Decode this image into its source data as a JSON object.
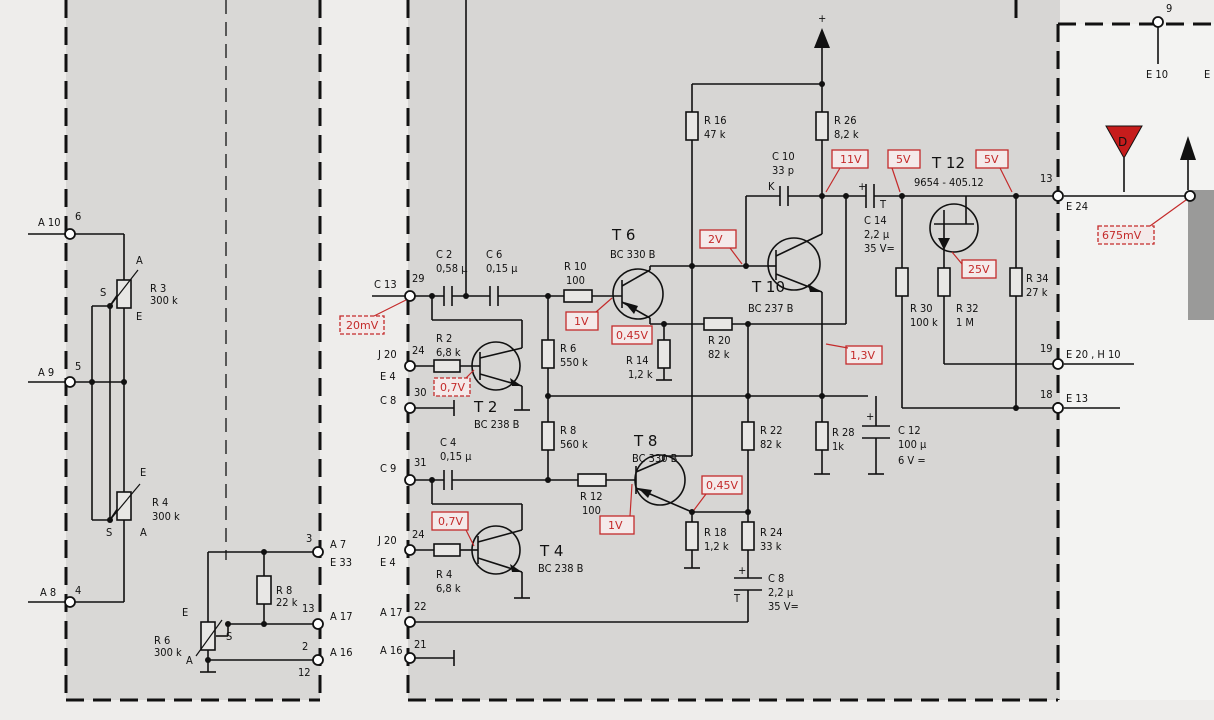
{
  "terminals": {
    "a10": "A 10",
    "a9": "A 9",
    "a8": "A 8",
    "pin6": "6",
    "pin5": "5",
    "pin4": "4",
    "a7": "A 7",
    "e33": "E 33",
    "a17": "A 17",
    "a16": "A 16",
    "pin3": "3",
    "pin13": "13",
    "pin2": "2",
    "pin12": "12",
    "c13": "C 13",
    "pin29": "29",
    "j20_1": "J 20",
    "e4_1": "E 4",
    "pin24_1": "24",
    "c8": "C 8",
    "pin30": "30",
    "c9": "C 9",
    "pin31": "31",
    "j20_2": "J 20",
    "e4_2": "E 4",
    "pin24_2": "24",
    "a17_r": "A 17",
    "pin22": "22",
    "a16_r": "A 16",
    "pin21": "21",
    "e24": "E 24",
    "pin13_r": "13",
    "e20h10": "E 20 , H 10",
    "pin19": "19",
    "e13": "E 13",
    "pin18": "18",
    "e10": "E 10",
    "pin9": "9",
    "e_edge": "E"
  },
  "components": {
    "r3": {
      "name": "R 3",
      "value": "300 k",
      "a": "A",
      "e": "E",
      "s": "S"
    },
    "r4": {
      "name": "R 4",
      "value": "300 k",
      "a": "A",
      "e": "E",
      "s": "S"
    },
    "r6": {
      "name": "R 6",
      "value": "300 k",
      "a": "A",
      "e": "E",
      "s": "S"
    },
    "r8l": {
      "name": "R 8",
      "value": "22 k"
    },
    "c2": {
      "name": "C 2",
      "value": "0,58 µ"
    },
    "c6": {
      "name": "C 6",
      "value": "0,15 µ"
    },
    "r10": {
      "name": "R 10",
      "value": "100"
    },
    "t6": {
      "name": "T 6",
      "type": "BC 330 B"
    },
    "r2": {
      "name": "R 2",
      "value": "6,8 k"
    },
    "t2": {
      "name": "T 2",
      "type": "BC 238 B"
    },
    "r6m": {
      "name": "R 6",
      "value": "550 k"
    },
    "r8m": {
      "name": "R 8",
      "value": "560 k"
    },
    "r14": {
      "name": "R 14",
      "value": "1,2 k"
    },
    "r20": {
      "name": "R 20",
      "value": "82 k"
    },
    "r16": {
      "name": "R 16",
      "value": "47 k"
    },
    "c10": {
      "name": "C 10",
      "value": "33 p",
      "k": "K"
    },
    "t10": {
      "name": "T 10",
      "type": "BC 237 B"
    },
    "r26": {
      "name": "R 26",
      "value": "8,2 k"
    },
    "c14": {
      "name": "C 14",
      "value": "2,2 µ",
      "voltage": "35 V="
    },
    "t12": {
      "name": "T 12",
      "type": "9654 - 405.12"
    },
    "r30": {
      "name": "R 30",
      "value": "100 k"
    },
    "r32": {
      "name": "R 32",
      "value": "1 M"
    },
    "r34": {
      "name": "R 34",
      "value": "27 k"
    },
    "r28": {
      "name": "R 28",
      "value": "1k"
    },
    "c12": {
      "name": "C 12",
      "value": "100 µ",
      "voltage": "6 V ="
    },
    "c4": {
      "name": "C 4",
      "value": "0,15 µ"
    },
    "r12": {
      "name": "R 12",
      "value": "100"
    },
    "t8": {
      "name": "T 8",
      "type": "BC 330 B"
    },
    "r22": {
      "name": "R 22",
      "value": "82 k"
    },
    "r18": {
      "name": "R 18",
      "value": "1,2 k"
    },
    "r24": {
      "name": "R 24",
      "value": "33 k"
    },
    "c8": {
      "name": "C 8",
      "value": "2,2 µ",
      "voltage": "35 V="
    },
    "r4b": {
      "name": "R 4",
      "value": "6,8 k"
    },
    "t4": {
      "name": "T 4",
      "type": "BC 238 B"
    }
  },
  "voltages": {
    "v_c13": "20mV",
    "v_t2": "0,7V",
    "v_t4": "0,7V",
    "v_r10": "1V",
    "v_t6e": "0,45V",
    "v_t10b": "2V",
    "v_11": "11V",
    "v_5a": "5V",
    "v_5b": "5V",
    "v_25": "25V",
    "v_13": "1,3V",
    "v_t8e": "0,45V",
    "v_t8b": "1V",
    "v_e24": "675mV"
  },
  "misc": {
    "plus": "+",
    "c8t": "T",
    "c14t": "T",
    "c8plus": "+",
    "c12plus": "+"
  }
}
